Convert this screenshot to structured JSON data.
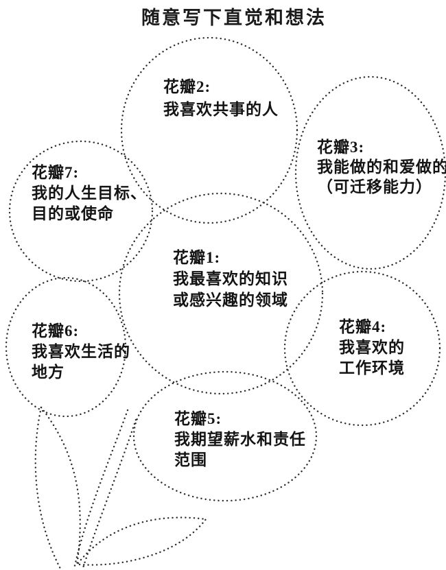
{
  "title": "随意写下直觉和想法",
  "petals": {
    "p1": {
      "label": "花瓣1:",
      "lines": [
        "我最喜欢的知识",
        "或感兴趣的领域"
      ]
    },
    "p2": {
      "label": "花瓣2:",
      "lines": [
        "我喜欢共事的人"
      ]
    },
    "p3": {
      "label": "花瓣3:",
      "lines": [
        "我能做的和爱做的",
        "（可迁移能力）"
      ]
    },
    "p4": {
      "label": "花瓣4:",
      "lines": [
        "我喜欢的",
        "工作环境"
      ]
    },
    "p5": {
      "label": "花瓣5:",
      "lines": [
        "我期望薪水和责任",
        "范围"
      ]
    },
    "p6": {
      "label": "花瓣6:",
      "lines": [
        "我喜欢生活的",
        "地方"
      ]
    },
    "p7": {
      "label": "花瓣7:",
      "lines": [
        "我的人生目标、",
        "目的或使命"
      ]
    }
  },
  "decorations": {
    "stem_icon": "flower-stem",
    "left_leaf_icon": "leaf",
    "right_leaf_icon": "leaf"
  },
  "colors": {
    "ink": "#141414",
    "dotted_line": "#2c2c2c",
    "background": "#ffffff"
  }
}
